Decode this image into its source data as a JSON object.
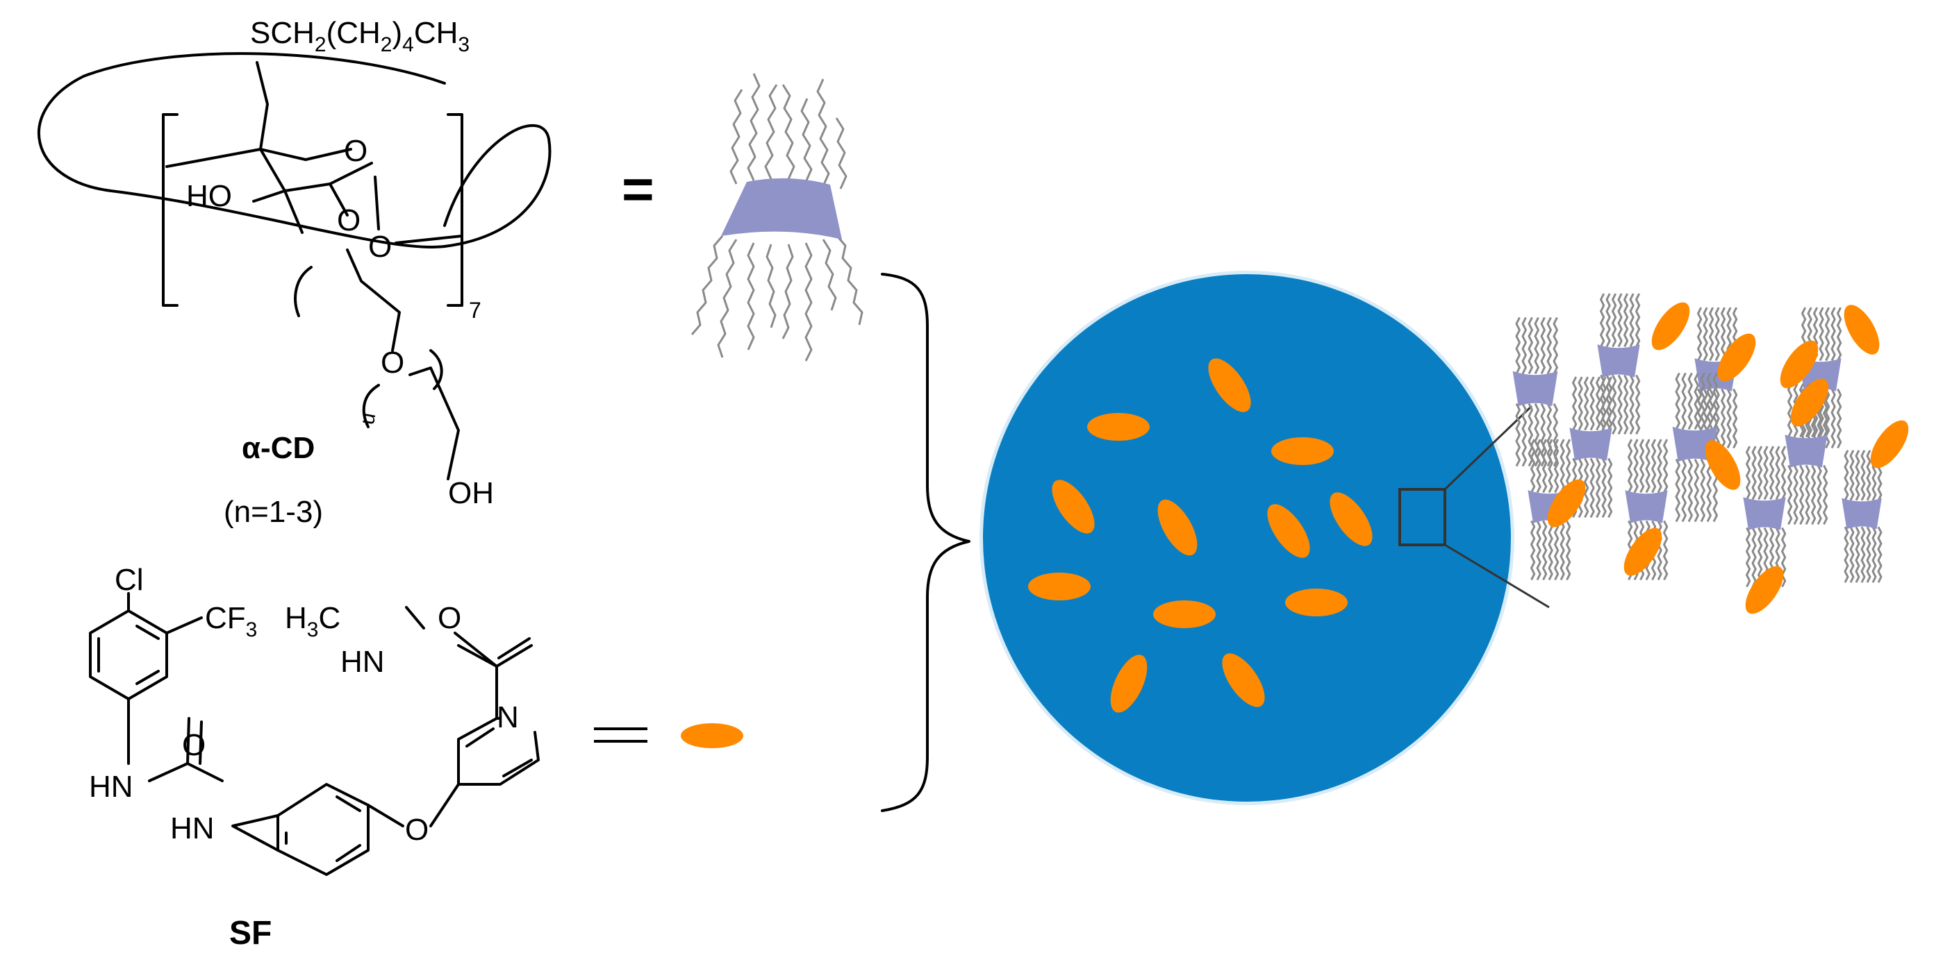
{
  "cd": {
    "substituent_prefix": "SCH",
    "substituent_sub1": "2",
    "substituent_mid": "(CH",
    "substituent_sub2": "2",
    "substituent_mid2": ")",
    "substituent_sub3": "4",
    "substituent_end": "CH",
    "substituent_sub4": "3",
    "ring_o_top": "O",
    "ring_o_mid": "O",
    "ring_o_right": "O",
    "ho_label": "HO",
    "repeat_subscript": "7",
    "chain_o": "O",
    "n_label": "n",
    "oh_label": "OH",
    "name": "α-CD",
    "n_range": "(n=1-3)",
    "equals": "="
  },
  "sf": {
    "cl": "Cl",
    "cf3_prefix": "CF",
    "cf3_sub": "3",
    "h3c_prefix": "H",
    "h3c_sub": "3",
    "h3c_end": "C",
    "hn_amide": "HN",
    "o_amide": "O",
    "n_pyridine": "N",
    "o_urea": "O",
    "hn_urea1": "HN",
    "hn_urea2": "HN",
    "o_ether": "O",
    "name": "SF",
    "equals": "="
  },
  "colors": {
    "particle": "#0a7ec2",
    "drug": "#ff8a00",
    "cd_body": "#8f93c8",
    "tail": "#8a8a8a"
  }
}
